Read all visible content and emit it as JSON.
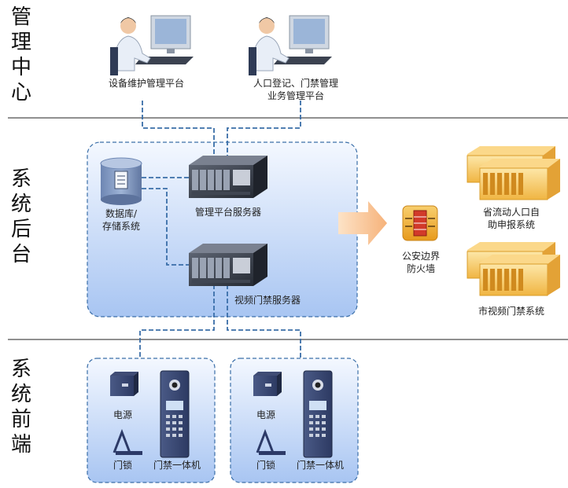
{
  "sections": {
    "management": "管理中心",
    "backend": "系统后台",
    "frontend": "系统前端"
  },
  "management": {
    "device_platform": "设备维护管理平台",
    "population_platform_line1": "人口登记、门禁管理",
    "population_platform_line2": "业务管理平台"
  },
  "backend": {
    "database_line1": "数据库/",
    "database_line2": "存储系统",
    "mgmt_server": "管理平台服务器",
    "video_server": "视频门禁服务器",
    "firewall_line1": "公安边界",
    "firewall_line2": "防火墙",
    "provincial_line1": "省流动人口自",
    "provincial_line2": "助申报系统",
    "city_system": "市视频门禁系统"
  },
  "frontend": {
    "left": {
      "power": "电源",
      "lock": "门锁",
      "intercom": "门禁一体机"
    },
    "right": {
      "power": "电源",
      "lock": "门锁",
      "intercom": "门禁一体机"
    }
  },
  "colors": {
    "dash_line": "#3a6ea8",
    "panel_top": "#eef4ff",
    "panel_bottom": "#a9c6f3",
    "rack_orange": "#f6c25a",
    "arrow": "#f7c08a"
  }
}
